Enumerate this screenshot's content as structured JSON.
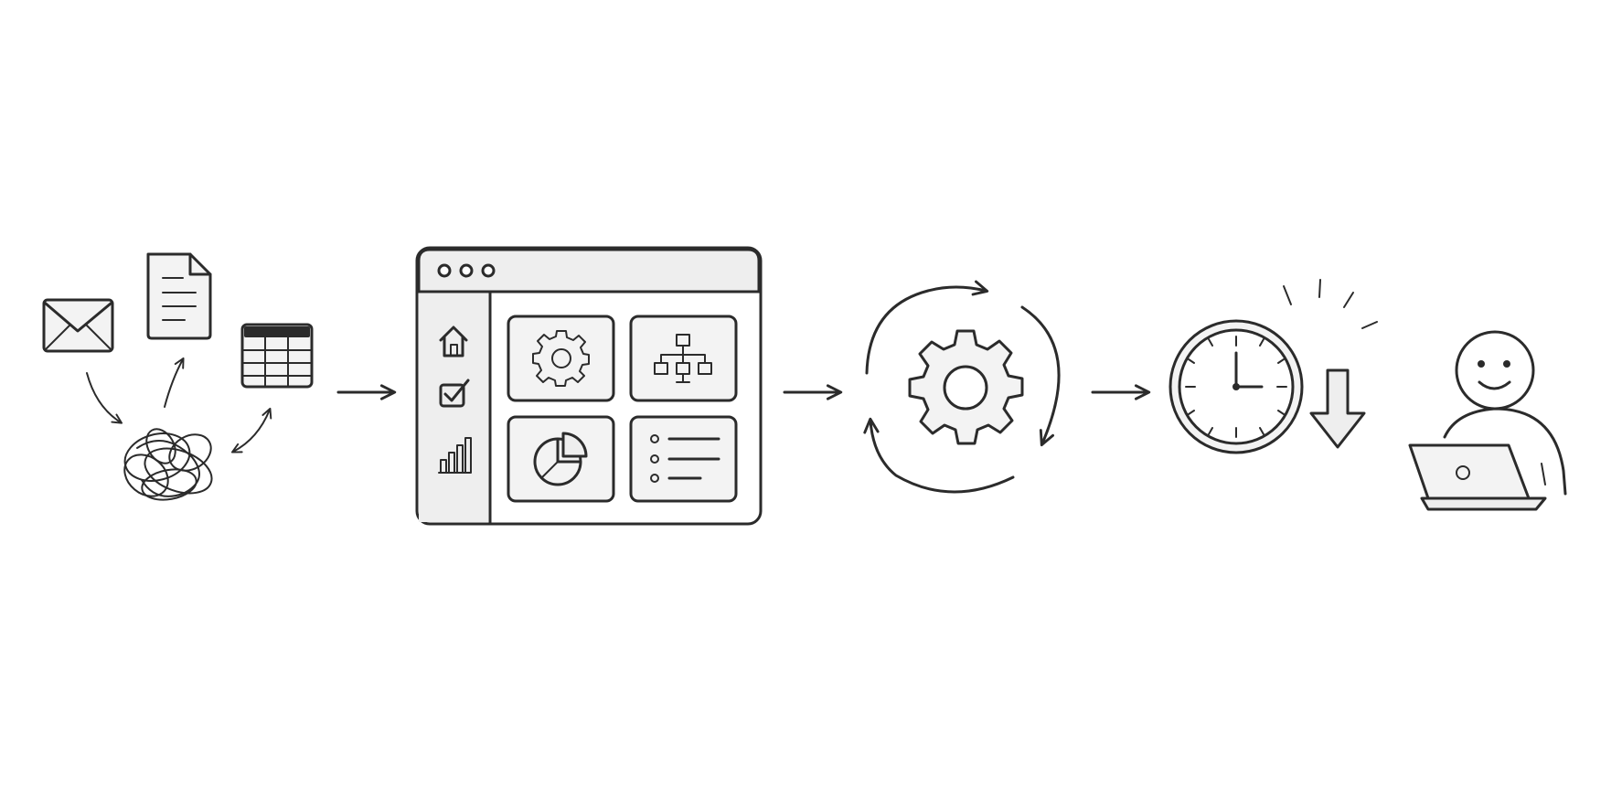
{
  "diagram": {
    "stages": [
      {
        "id": "scattered-inputs",
        "icons": [
          "envelope-icon",
          "document-icon",
          "spreadsheet-icon",
          "tangled-scribble-icon"
        ]
      },
      {
        "id": "dashboard-app",
        "icons": [
          "browser-window-icon",
          "home-icon",
          "checkbox-icon",
          "bar-chart-icon",
          "gear-icon",
          "org-chart-icon",
          "pie-chart-icon",
          "bullet-list-icon"
        ]
      },
      {
        "id": "automation-cycle",
        "icons": [
          "gear-icon",
          "cycle-arrows-icon"
        ]
      },
      {
        "id": "time-saved",
        "icons": [
          "clock-icon",
          "down-arrow-icon"
        ]
      },
      {
        "id": "happy-user",
        "icons": [
          "smiling-person-icon",
          "laptop-icon"
        ]
      }
    ],
    "connectors": [
      "arrow-right-icon",
      "arrow-right-icon",
      "arrow-right-icon"
    ]
  },
  "colors": {
    "ink": "#2b2b2b",
    "shade": "#eeeeee",
    "background": "#ffffff"
  }
}
